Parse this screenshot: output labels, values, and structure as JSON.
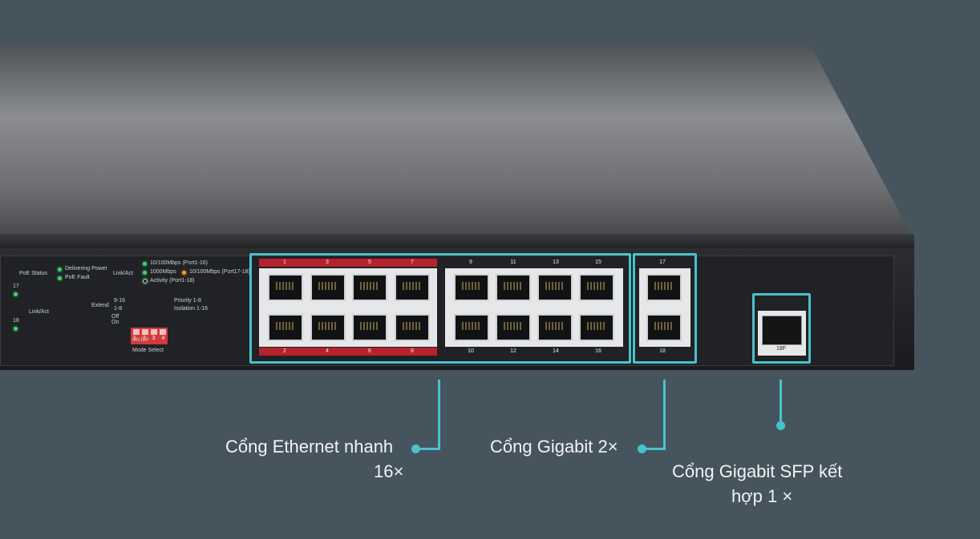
{
  "colors": {
    "background": "#46545d",
    "accent": "#48c2cc",
    "port_label_red": "#b7222c"
  },
  "panel": {
    "poe_status": "PoE Status",
    "delivering_power": "Delivering Power",
    "poe_fault": "PoE Fault",
    "link_act_top": "Link/Act",
    "led_10_100": "10/100Mbps (Port1-16)",
    "led_1000": "1000Mbps",
    "led_10_100_17": "10/100Mbps (Port17-18)",
    "led_activity": "Activity (Port1-18)",
    "side_port_17": "17",
    "side_port_18": "18",
    "side_link_act": "Link/Act",
    "extend": "Extend",
    "range_9_16": "9-16",
    "range_1_8": "1-8",
    "off": "Off",
    "on": "On",
    "priority": "Priority 1-8",
    "isolation": "Isolation 1-16",
    "dip_numbers": "1 2 3 4",
    "dip_label": "ON     DIP",
    "mode_select": "Mode Select"
  },
  "ports": {
    "top_red": [
      "1",
      "3",
      "5",
      "7"
    ],
    "bottom_red": [
      "2",
      "4",
      "6",
      "8"
    ],
    "top_plain": [
      "9",
      "11",
      "13",
      "15"
    ],
    "bottom_plain": [
      "10",
      "12",
      "14",
      "16"
    ],
    "gig_top": "17",
    "gig_bottom": "18",
    "sfp": "18F"
  },
  "callouts": {
    "fast_ethernet_line1": "Cổng Ethernet nhanh",
    "fast_ethernet_line2": "16×",
    "gigabit": "Cổng Gigabit 2×",
    "sfp_line1": "Cổng Gigabit SFP kết",
    "sfp_line2": "hợp 1 ×"
  }
}
